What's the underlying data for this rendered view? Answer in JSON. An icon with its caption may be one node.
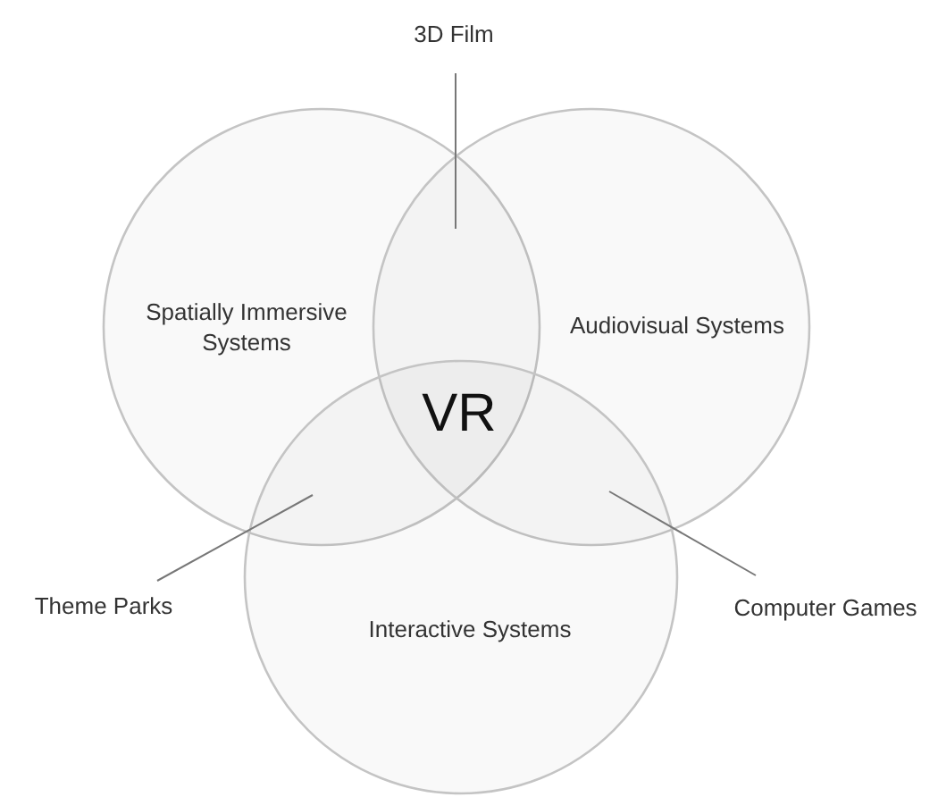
{
  "diagram": {
    "nodes": [
      {
        "text": [
          "Spatially Immersive Systems"
        ]
      },
      {
        "text": [
          "Audiovisual Systems"
        ]
      },
      {
        "text": [
          "Interactive Systems"
        ]
      },
      {
        "text": [
          "3D Film"
        ]
      },
      {
        "text": [
          "Theme Parks"
        ]
      },
      {
        "text": [
          "Computer Games"
        ]
      }
    ],
    "edges": [
      {
        "from": 3,
        "to": 0,
        "arrow": "none"
      },
      {
        "from": 4,
        "to": 2,
        "arrow": "none"
      },
      {
        "from": 5,
        "to": 2,
        "arrow": "none"
      }
    ],
    "labels": [
      "VR"
    ]
  }
}
